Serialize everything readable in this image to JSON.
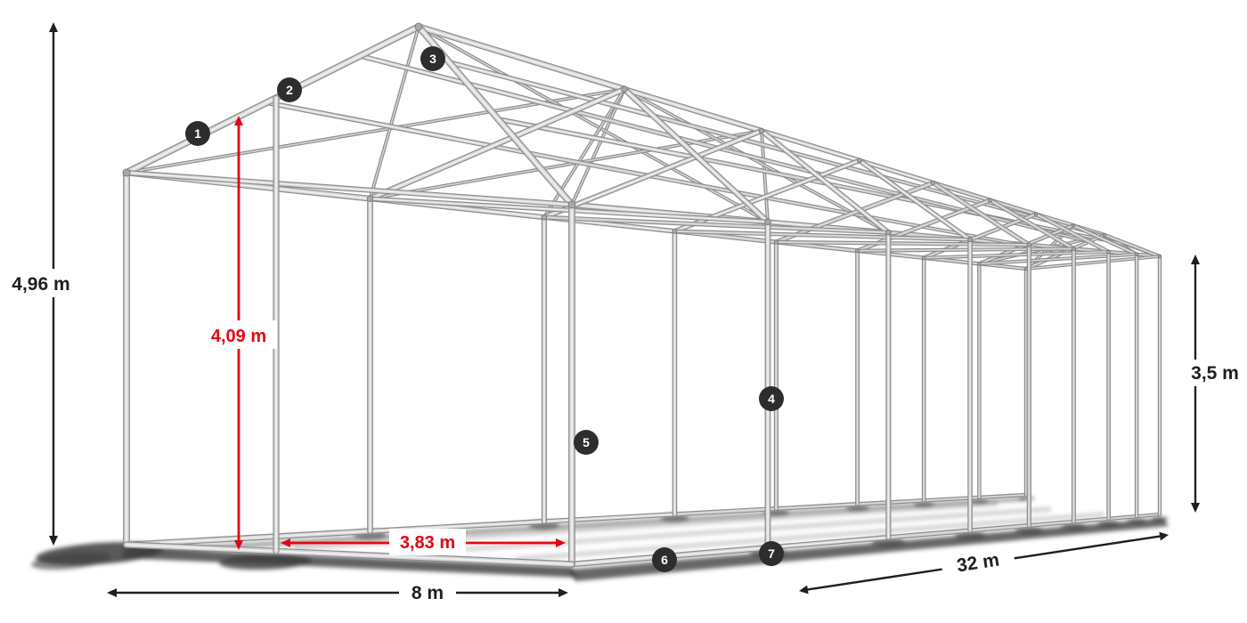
{
  "diagram_labels": {
    "total_height": "4,96 m",
    "entrance_height": "4,09 m",
    "entrance_width": "3,83 m",
    "side_height": "3,5 m",
    "width": "8 m",
    "length": "32 m"
  },
  "badges": [
    {
      "label": "1"
    },
    {
      "label": "2"
    },
    {
      "label": "3"
    },
    {
      "label": "4"
    },
    {
      "label": "5"
    },
    {
      "label": "6"
    },
    {
      "label": "7"
    }
  ],
  "colors": {
    "accent_red": "#e30613",
    "dimension_black": "#1f1f1f",
    "badge_bg": "#2d2d2d",
    "frame_light": "#d6d6d6",
    "frame_dark": "#8d8d8d",
    "shadow": "#3c3c3c",
    "background": "#ffffff"
  }
}
